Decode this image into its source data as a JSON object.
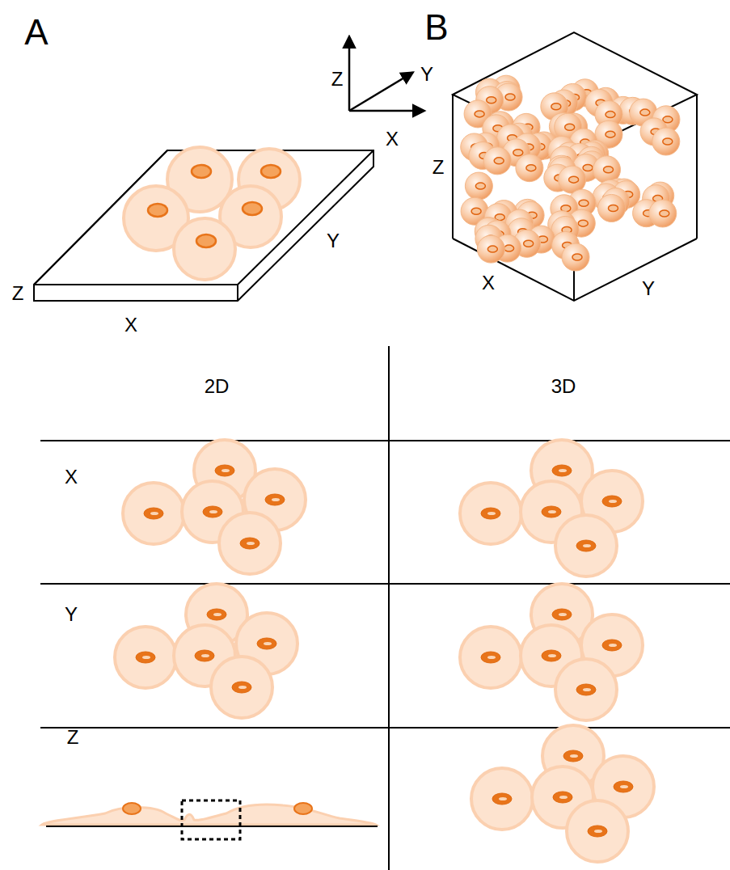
{
  "diagram": {
    "labels": [
      "A",
      "B",
      "Z",
      "Y",
      "X",
      "Z",
      "Z",
      "Y",
      "X",
      "X",
      "Y",
      "2D",
      "3D",
      "X",
      "Y",
      "Z"
    ]
  }
}
